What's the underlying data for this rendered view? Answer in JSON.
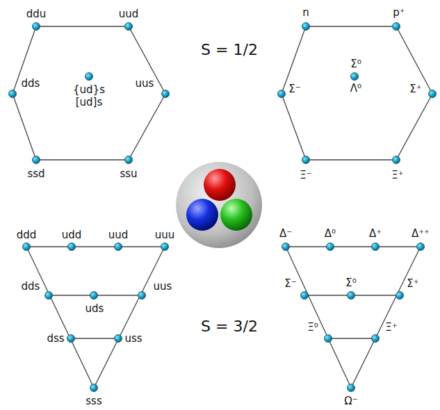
{
  "diagram": {
    "labels": [
      "ddu",
      "uud",
      "dds",
      "uus",
      "{ud}s",
      "[ud]s",
      "ssd",
      "ssu",
      "n",
      "p⁺",
      "S = 1/2",
      "Σ⁻",
      "Σ⁰",
      "Λ⁰",
      "Σ⁺",
      "Ξ⁻",
      "Ξ⁺",
      "ddd",
      "udd",
      "uud",
      "uuu",
      "dds",
      "uds",
      "uus",
      "dss",
      "uss",
      "sss",
      "Δ⁻",
      "Δ⁰",
      "Δ⁺",
      "Δ⁺⁺",
      "S = 3/2",
      "Σ⁻",
      "Σ⁰",
      "Σ⁺",
      "Ξ⁰",
      "Ξ⁺",
      "Ω⁻"
    ]
  }
}
